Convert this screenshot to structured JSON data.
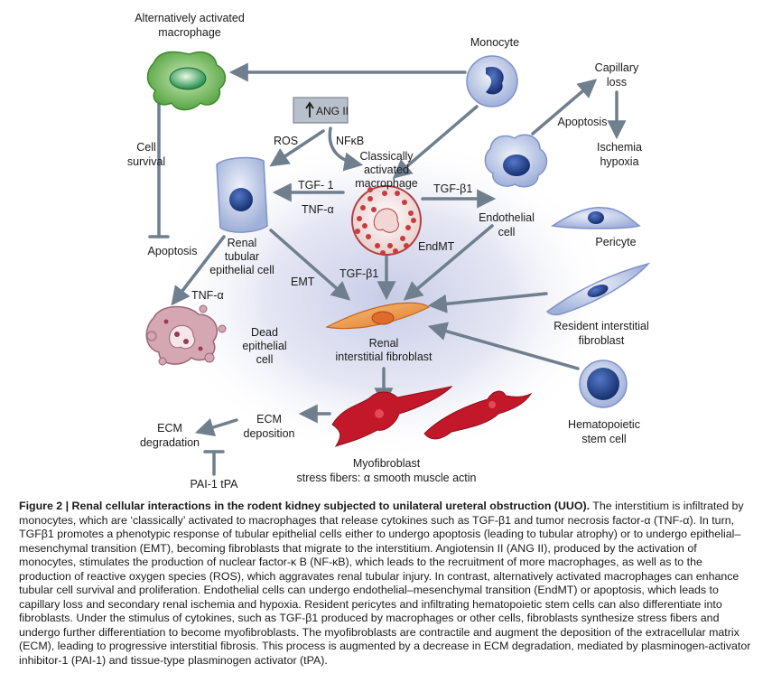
{
  "labels": {
    "alt_macrophage": [
      "Alternatively activated",
      "macrophage"
    ],
    "monocyte": "Monocyte",
    "capillary_loss": [
      "Capillary",
      "loss"
    ],
    "apoptosis_endo": "Apoptosis",
    "ischemia": [
      "Ischemia",
      "hypoxia"
    ],
    "ang2": "ANG II",
    "ros": "ROS",
    "nfkb": "NFκB",
    "classic_macrophage": [
      "Classically",
      "activated",
      "macrophage"
    ],
    "cell_survival": [
      "Cell",
      "survival"
    ],
    "tgf1_left": "TGF- 1",
    "tnfa_left": "TNF-α",
    "tgfb1_right": "TGF-β1",
    "endothelial": [
      "Endothelial",
      "cell"
    ],
    "pericyte": "Pericyte",
    "apoptosis_left": "Apoptosis",
    "renal_tubular": [
      "Renal",
      "tubular",
      "epithelial cell"
    ],
    "endmt": "EndMT",
    "tgfb1_center": "TGF-β1",
    "emt": "EMT",
    "tnfa_dead": "TNF-α",
    "dead_epithelial": [
      "Dead",
      "epithelial",
      "cell"
    ],
    "resident_fibroblast": [
      "Resident interstitial",
      "fibroblast"
    ],
    "renal_interstitial": [
      "Renal",
      "interstitial fibroblast"
    ],
    "ecm_degradation": [
      "ECM",
      "degradation"
    ],
    "ecm_deposition": [
      "ECM",
      "deposition"
    ],
    "hematopoietic": [
      "Hematopoietic",
      "stem cell"
    ],
    "myofibroblast": [
      "Myofibroblast",
      "stress fibers: α smooth muscle actin"
    ],
    "pai_tpa": "PAI-1 tPA"
  },
  "caption": {
    "figure_label": "Figure 2 | Renal cellular interactions in the rodent kidney subjected to unilateral ureteral obstruction (UUO).",
    "text": " The interstitium is infiltrated by monocytes, which are ‘classically’ activated to macrophages that release cytokines such as TGF-β1 and tumor necrosis factor-α (TNF-α). In turn, TGFβ1 promotes a phenotypic response of tubular epithelial cells either to undergo apoptosis (leading to tubular atrophy) or to undergo epithelial–mesenchymal transition (EMT), becoming fibroblasts that migrate to the interstitium. Angiotensin II (ANG II), produced by the activation of monocytes, stimulates the production of nuclear factor-κ B (NF-κB), which leads to the recruitment of more macrophages, as well as to the production of reactive oxygen species (ROS), which aggravates renal tubular injury. In contrast, alternatively activated macrophages can enhance tubular cell survival and proliferation. Endothelial cells can undergo endothelial–mesenchymal transition (EndMT) or apoptosis, which leads to capillary loss and secondary renal ischemia and hypoxia. Resident pericytes and infiltrating hematopoietic stem cells can also differentiate into fibroblasts. Under the stimulus of cytokines, such as TGF-β1 produced by macrophages or other cells, fibroblasts synthesize stress fibers and undergo further differentiation to become myofibroblasts. The myofibroblasts are contractile and augment the deposition of the extracellular matrix (ECM), leading to progressive interstitial fibrosis. This process is augmented by a decrease in ECM degradation, mediated by plasminogen-activator inhibitor-1 (PAI-1) and tissue-type plasminogen activator (tPA)."
  },
  "colors": {
    "arrow": "#6f7f8e",
    "glow": "#c9cde6",
    "cell_blue": "#c7d1ea",
    "nucleus": "#1f3f8c",
    "macro_green": "#6fbf55",
    "fibro_orange": "#f0a050",
    "myo_red": "#c2182a",
    "dead_pink": "#c99aa7",
    "classic_red": "#c73c3c"
  }
}
